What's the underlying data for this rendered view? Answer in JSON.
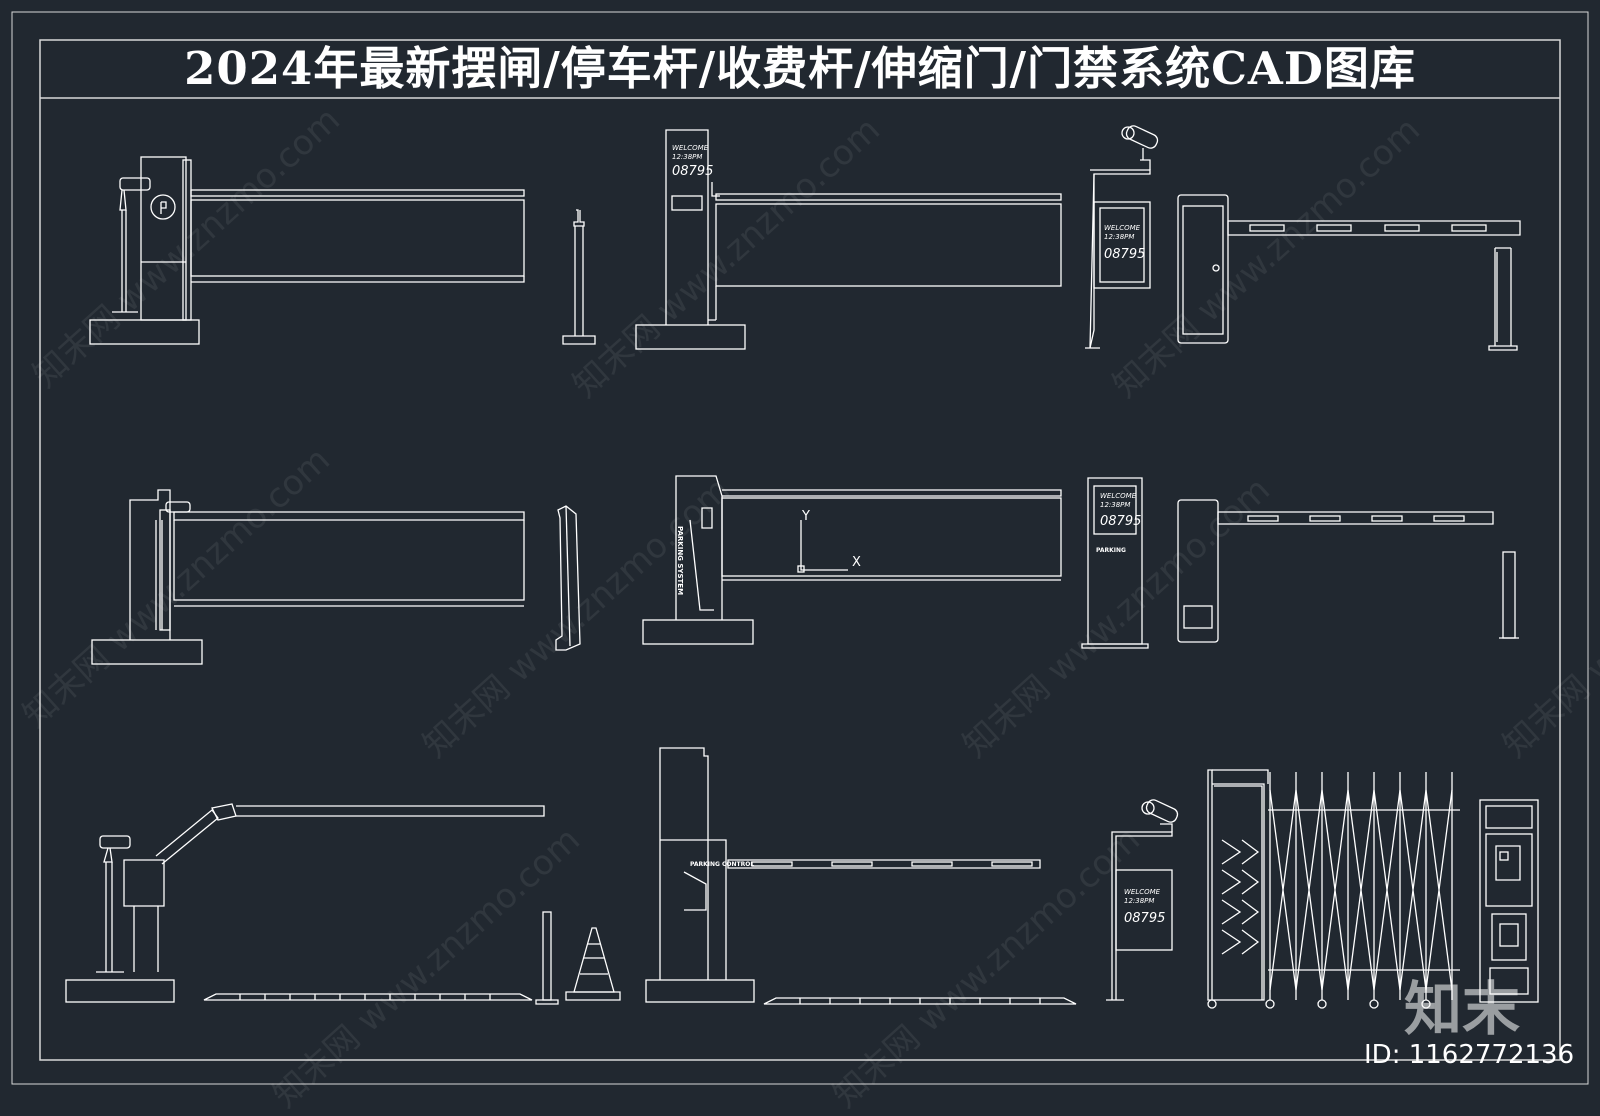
{
  "title": "2024年最新摆闸/停车杆/收费杆/伸缩门/门禁系统CAD图库",
  "watermark_text": "知末网 www.znzmo.com",
  "brand": "知末",
  "image_id": "ID: 1162772136",
  "display": {
    "welcome": "WELCOME",
    "time": "12:38PM",
    "number": "08795"
  },
  "cabinet_labels": {
    "parking_system": "PARKING SYSTEM",
    "parking": "PARKING",
    "parking_control": "PARKING CONTROL"
  },
  "axis": {
    "x": "X",
    "y": "Y"
  },
  "colors": {
    "background": "#212830",
    "lines": "#ffffff"
  }
}
